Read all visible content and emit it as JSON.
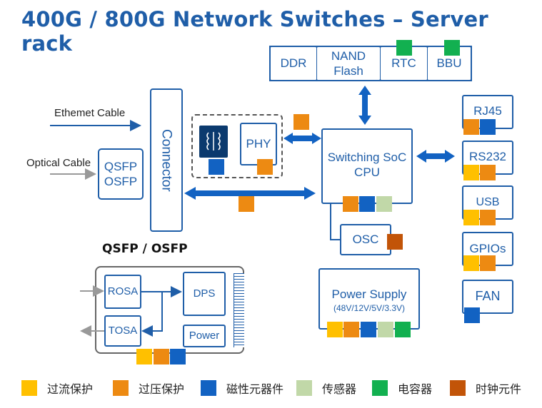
{
  "title": "400G / 800G Network Switches – Server rack",
  "memory": {
    "ddr": "DDR",
    "nand": "NAND\nFlash",
    "rtc": "RTC",
    "bbu": "BBU"
  },
  "inputs": {
    "ethernet": "Ethemet Cable",
    "optical": "Optical Cable",
    "qsfp": "QSFP\nOSFP"
  },
  "connector": "Connector",
  "phy": "PHY",
  "soc": "Switching SoC\nCPU",
  "osc": "OSC",
  "power": {
    "title": "Power Supply",
    "rails": "(48V/12V/5V/3.3V)"
  },
  "ports": {
    "rj45": "RJ45",
    "rs232": "RS232",
    "usb": "USB",
    "gpio": "GPIOs",
    "fan": "FAN"
  },
  "module": {
    "heading": "QSFP / OSFP",
    "rosa": "ROSA",
    "tosa": "TOSA",
    "dps": "DPS",
    "power": "Power"
  },
  "legend": [
    {
      "label": "过流保护",
      "color": "#ffc000"
    },
    {
      "label": "过压保护",
      "color": "#ed8a12"
    },
    {
      "label": "磁性元器件",
      "color": "#1262c2"
    },
    {
      "label": "传感器",
      "color": "#c1d8a8"
    },
    {
      "label": "电容器",
      "color": "#12b050"
    },
    {
      "label": "时钟元件",
      "color": "#c25408"
    }
  ]
}
